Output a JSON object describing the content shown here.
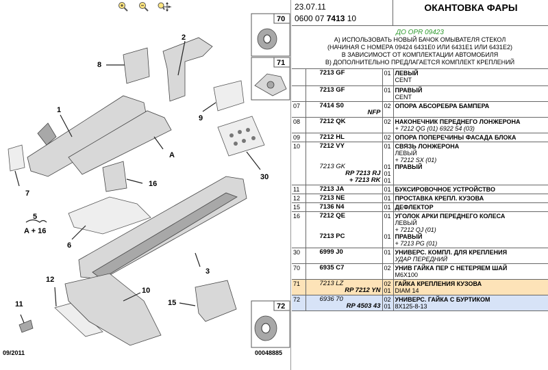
{
  "toolbar": {
    "zoom_in_icon": "zoom-in-icon",
    "zoom_out_icon": "zoom-out-icon",
    "pan_icon": "pan-icon"
  },
  "diagram": {
    "labels": [
      "1",
      "2",
      "7",
      "8",
      "9",
      "A",
      "16",
      "30",
      "5",
      "A + 16",
      "6",
      "3",
      "12",
      "10",
      "11",
      "15",
      "72",
      "70",
      "71"
    ],
    "date_footer": "09/2011",
    "doc_number": "00048885"
  },
  "header": {
    "date": "23.07.11",
    "code_prefix": "0600 07 ",
    "code_bold": "7413",
    "code_suffix": " 10",
    "title": "ОКАНТОВКА ФАРЫ"
  },
  "note": {
    "title": "ДО OPR 09423",
    "line1": "А) ИСПОЛЬЗОВАТЬ НОВЫЙ БАЧОК ОМЫВАТЕЛЯ СТЕКОЛ",
    "line2": "(НАЧИНАЯ С НОМЕРА 09424 6431E0 ИЛИ 6431E1 ИЛИ 6431E2)",
    "line3": "В ЗАВИСИМОСТ ОТ КОМПЛЕКТАЦИИ АВТОМОБИЛЯ",
    "line4": "В) ДОПОЛНИТЕЛЬНО ПРЕДЛАГАЕТСЯ КОМПЛЕКТ КРЕПЛЕНИЙ"
  },
  "rows": [
    {
      "pos": "",
      "ref_top": "7213 GF",
      "qty": "01",
      "desc": "ЛЕВЫЙ",
      "desc_lines": [
        "CENT"
      ],
      "partial": true
    },
    {
      "pos": "",
      "ref_top": "7213 GF",
      "qty": "01",
      "desc": "ПРАВЫЙ",
      "desc_lines": [
        "CENT"
      ]
    },
    {
      "pos": "07",
      "ref_top": "7414 S0",
      "ref_rp": "NFP",
      "qty": "02",
      "desc": "ОПОРА АБСОРЕБРА БАМПЕРА"
    },
    {
      "pos": "08",
      "ref_top": "7212 QK",
      "qty": "02",
      "desc": "НАКОНЕЧНИК ПЕРЕДНЕГО ЛОНЖЕРОНА",
      "desc_italic": "+ 7212 QG (01) 6922 54 (03)"
    },
    {
      "pos": "09",
      "ref_top": "7212 HL",
      "qty": "02",
      "desc": "ОПОРА ПОПЕРЕЧИНЫ ФАСАДА БЛОКА"
    },
    {
      "pos": "10",
      "ref_top": "7212 VY",
      "qty": "01",
      "desc": "СВЯЗЬ ЛОНЖЕРОНА",
      "desc_lines": [
        "ЛЕВЫЙ"
      ],
      "desc_italic": "+ 7212 SX (01)",
      "ref_alt": "7213 GK",
      "qty2": "01",
      "desc2": "ПРАВЫЙ",
      "rp_lines": [
        "RP 7213 RJ",
        "+ 7213 RK"
      ],
      "rp_qty": [
        "01",
        "01"
      ]
    },
    {
      "pos": "11",
      "ref_top": "7213 JA",
      "qty": "01",
      "desc": "БУКСИРОВОЧНОЕ УСТРОЙСТВО"
    },
    {
      "pos": "12",
      "ref_top": "7213 NE",
      "qty": "01",
      "desc": "ПРОСТАВКА КРЕПЛ. КУЗОВА"
    },
    {
      "pos": "15",
      "ref_top": "7136 N4",
      "qty": "01",
      "desc": "ДЕФЛЕКТОР"
    },
    {
      "pos": "16",
      "ref_top": "7212 QE",
      "qty": "01",
      "desc": "УГОЛОК АРКИ ПЕРЕДНЕГО КОЛЕСА",
      "desc_lines": [
        "ЛЕВЫЙ"
      ],
      "desc_italic": "+ 7212 QJ (01)",
      "ref_alt": "7213 PC",
      "qty2": "01",
      "desc2": "ПРАВЫЙ",
      "desc2_italic": "+ 7213 PG (01)"
    },
    {
      "pos": "30",
      "ref_top": "6999 J0",
      "qty": "01",
      "desc": "УНИВЕРС. КОМПЛ. ДЛЯ КРЕПЛЕНИЯ",
      "desc_italic": "УДАР ПЕРЕДНИЙ"
    },
    {
      "pos": "70",
      "ref_top": "6935 C7",
      "qty": "02",
      "desc": "УНИВ ГАЙКА ПЕР С НЕТЕРЯЕМ ШАЙ",
      "desc_lines": [
        "M6X100"
      ]
    },
    {
      "pos": "71",
      "ref_top": "7213 LZ",
      "ref_top_italic": true,
      "qty": "02",
      "desc": "ГАЙКА КРЕПЛЕНИЯ КУЗОВА",
      "desc_lines": [
        "DIAM 14"
      ],
      "rp_lines": [
        "RP 7212 YN"
      ],
      "rp_qty": [
        "01"
      ],
      "highlight": "orange"
    },
    {
      "pos": "72",
      "ref_top": "6936 70",
      "ref_top_italic": true,
      "qty": "02",
      "desc": "УНИВЕРС. ГАЙКА С БУРТИКОМ",
      "desc_lines": [
        "8X125-8-13"
      ],
      "rp_lines": [
        "RP 4503 43"
      ],
      "rp_qty": [
        "01"
      ],
      "highlight": "blue"
    }
  ],
  "colors": {
    "note_green": "#2e9a2e",
    "highlight_orange": "#fde3b8",
    "highlight_blue": "#d7e3f7"
  }
}
